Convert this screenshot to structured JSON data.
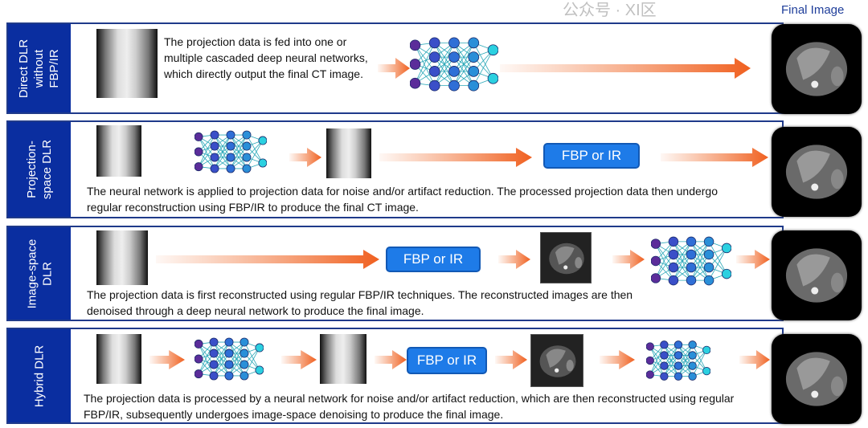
{
  "title": "Final Image",
  "rows": [
    {
      "label": "Direct DLR\nwithout\nFBP/IR",
      "text": "The projection data is fed into one or multiple cascaded deep neural networks, which directly output the final CT image."
    },
    {
      "label": "Projection-\nspace DLR",
      "text": "The neural network is applied to projection data for noise and/or artifact reduction. The processed projection data then undergo regular reconstruction using FBP/IR to produce the final CT image.",
      "fbp": "FBP or IR"
    },
    {
      "label": "Image-space\nDLR",
      "text": "The projection data is first reconstructed using regular FBP/IR techniques. The reconstructed images are then denoised through a deep neural network to produce the final  image.",
      "fbp": "FBP or IR"
    },
    {
      "label": "Hybrid DLR",
      "text": "The projection data is processed by a neural network for noise and/or artifact reduction, which are then reconstructed using regular FBP/IR, subsequently undergoes image-space denoising to produce the final image.",
      "fbp": "FBP or IR"
    }
  ],
  "watermark": "公众号 · XI区",
  "colors": {
    "label_bg": "#0a2ea0",
    "border": "#1f3a8a",
    "fbp": "#1e7be8",
    "arrow": "#f07030"
  }
}
